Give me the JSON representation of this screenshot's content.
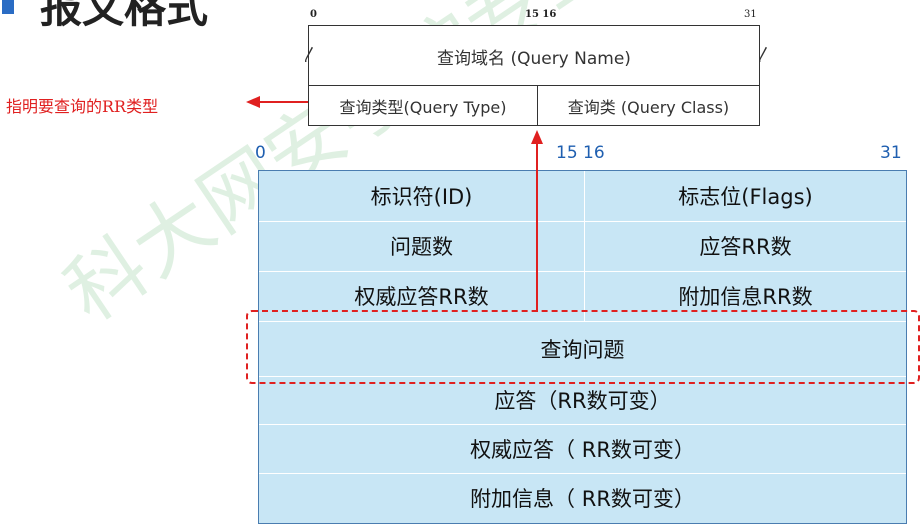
{
  "title": "报文格式",
  "watermark": "科大网安学院专业普及课《网络协",
  "query_format": {
    "bit_start": "0",
    "bit_mid": "15 16",
    "bit_end": "31",
    "query_name": "查询域名 (Query Name)",
    "query_type": "查询类型(Query Type)",
    "query_class": "查询类 (Query Class)"
  },
  "annotation": "指明要查询的RR类型",
  "header": {
    "bit_start": "0",
    "bit_mid": "15 16",
    "bit_end": "31",
    "rows": {
      "id": "标识符(ID)",
      "flags": "标志位(Flags)",
      "questions": "问题数",
      "answer_rrs": "应答RR数",
      "authority_rrs": "权威应答RR数",
      "additional_rrs": "附加信息RR数",
      "query": "查询问题",
      "answers": "应答（RR数可变）",
      "authority": "权威应答（ RR数可变）",
      "additional": "附加信息（ RR数可变）"
    }
  },
  "colors": {
    "table_fill": "#c8e6f5",
    "accent_red": "#e02020",
    "bit_number_blue": "#1f5fb0"
  }
}
